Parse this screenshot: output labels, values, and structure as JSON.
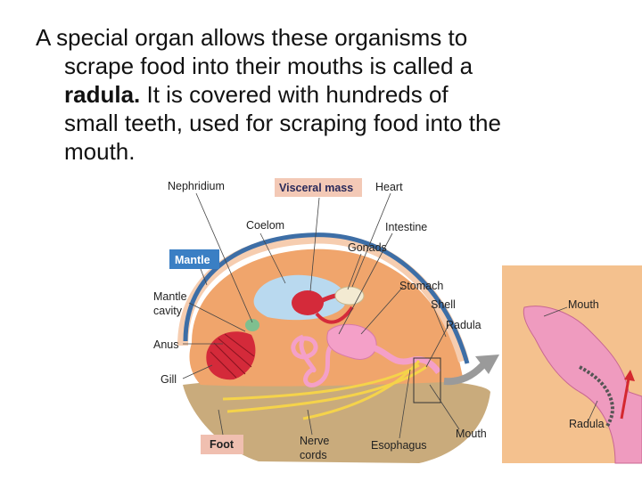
{
  "text": {
    "line1": "A special organ allows these organisms to",
    "line2": "scrape food into their mouths is called a",
    "line3_bold": "radula.",
    "line3_rest": "  It is covered with hundreds of",
    "line4": "small teeth, used for scraping food into the",
    "line5": "mouth."
  },
  "labels": {
    "nephridium": "Nephridium",
    "visceral_mass": "Visceral mass",
    "heart": "Heart",
    "coelom": "Coelom",
    "intestine": "Intestine",
    "gonads": "Gonads",
    "mantle": "Mantle",
    "stomach": "Stomach",
    "mantle_cavity_1": "Mantle",
    "mantle_cavity_2": "cavity",
    "shell": "Shell",
    "radula": "Radula",
    "anus": "Anus",
    "gill": "Gill",
    "foot": "Foot",
    "nerve_cords_1": "Nerve",
    "nerve_cords_2": "cords",
    "esophagus": "Esophagus",
    "mouth": "Mouth",
    "inset_mouth": "Mouth",
    "inset_radula": "Radula"
  },
  "colors": {
    "mantle_box": "#3a7fc4",
    "visceral_box": "#f3c9b6",
    "shell": "#3d6ea6",
    "body": "#f0a56c",
    "foot": "#c9ab7c",
    "organ_red": "#d42a3a",
    "organ_pink": "#f4a0c8",
    "nerve": "#f5d34a",
    "inset_bg": "#f4c18e"
  }
}
